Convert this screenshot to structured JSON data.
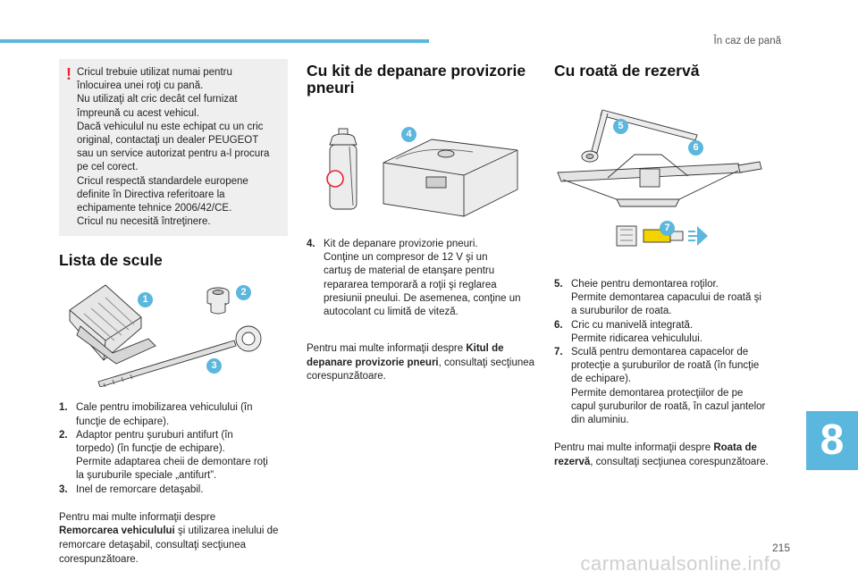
{
  "header": {
    "title": "În caz de pană",
    "page_number": "215",
    "chapter": "8"
  },
  "warning": {
    "lines": [
      "Cricul trebuie utilizat numai pentru",
      "înlocuirea unei roţi cu pană.",
      "Nu utilizaţi alt cric decât cel furnizat",
      "împreună cu acest vehicul.",
      "Dacă vehiculul nu este echipat cu un cric",
      "original, contactaţi un dealer PEUGEOT",
      "sau un service autorizat pentru a-l procura",
      "pe cel corect.",
      "Cricul respectă standardele europene",
      "definite în Directiva referitoare la",
      "echipamente tehnice 2006/42/CE.",
      "Cricul nu necesită întreţinere."
    ]
  },
  "tools": {
    "title": "Lista de scule",
    "badges": [
      "1",
      "2",
      "3"
    ],
    "items": [
      {
        "num": "1.",
        "lines": [
          "Cale pentru imobilizarea vehiculului (în",
          "funcţie de echipare)."
        ]
      },
      {
        "num": "2.",
        "lines": [
          "Adaptor pentru şuruburi antifurt (în",
          "torpedo) (în funcţie de echipare).",
          "Permite adaptarea cheii de demontare roţi",
          "la şuruburile speciale „antifurt”."
        ]
      },
      {
        "num": "3.",
        "lines": [
          "Inel de remorcare detaşabil."
        ]
      }
    ],
    "note": {
      "prefix": "Pentru mai multe informaţii despre",
      "bold": "Remorcarea vehiculului",
      "suffix": " şi utilizarea inelului de remorcare detaşabil, consultaţi secţiunea corespunzătoare."
    }
  },
  "kit": {
    "title": "Cu kit de depanare provizorie pneuri",
    "badges": [
      "4"
    ],
    "items": [
      {
        "num": "4.",
        "lines": [
          "Kit de depanare provizorie pneuri.",
          "Conţine un compresor de 12 V şi un",
          "cartuş de material de etanşare pentru",
          "repararea temporară a roţii şi reglarea",
          "presiunii pneului. De asemenea, conţine un",
          "autocolant cu limită de viteză."
        ]
      }
    ],
    "note": {
      "prefix": "Pentru mai multe informaţii despre ",
      "bold": "Kitul de depanare provizorie pneuri",
      "suffix": ", consultaţi secţiunea corespunzătoare."
    }
  },
  "spare": {
    "title": "Cu roată de rezervă",
    "badges": [
      "5",
      "6",
      "7"
    ],
    "items": [
      {
        "num": "5.",
        "lines": [
          "Cheie pentru demontarea roţilor.",
          "Permite demontarea capacului de roată şi",
          "a suruburilor de roata."
        ]
      },
      {
        "num": "6.",
        "lines": [
          "Cric cu manivelă integrată.",
          "Permite ridicarea vehiculului."
        ]
      },
      {
        "num": "7.",
        "lines": [
          "Sculă pentru demontarea capacelor de",
          "protecţie a şuruburilor de roată (în funcţie",
          "de echipare).",
          "Permite demontarea protecţiilor de pe",
          "capul şuruburilor de roată, în cazul jantelor",
          "din aluminiu."
        ]
      }
    ],
    "note": {
      "prefix": "Pentru mai multe informaţii despre ",
      "bold": "Roata de rezervă",
      "suffix": ", consultaţi secţiunea corespunzătoare."
    }
  },
  "watermark": "carmanualsonline.info",
  "colors": {
    "accent": "#5bb7dd",
    "warning": "#e8242c",
    "box": "#efefef"
  }
}
